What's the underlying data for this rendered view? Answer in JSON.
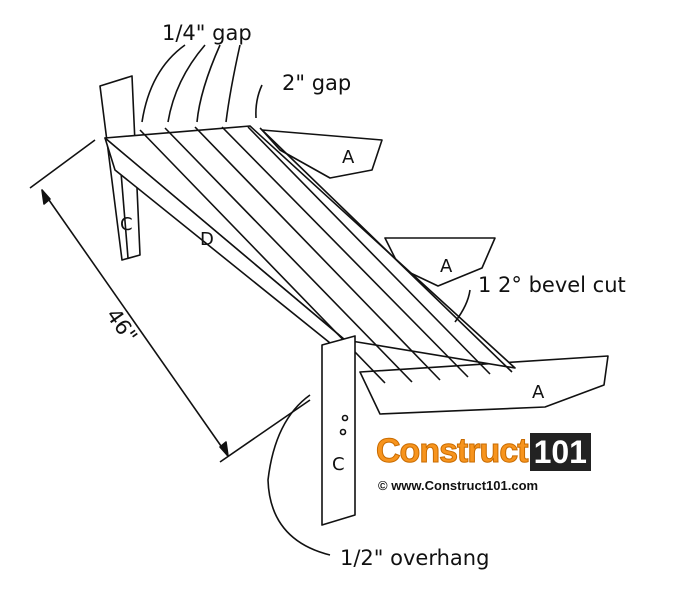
{
  "labels": {
    "quarter_gap": "1/4\" gap",
    "two_inch_gap": "2\" gap",
    "bevel": "1 2° bevel cut",
    "overhang": "1/2\" overhang",
    "length": "46\""
  },
  "parts": {
    "a_top": "A",
    "a_middle": "A",
    "a_bottom": "A",
    "c_left": "C",
    "c_front": "C",
    "d": "D"
  },
  "logo": {
    "word": "Construct",
    "number": "101",
    "copyright": "© www.Construct101.com"
  }
}
